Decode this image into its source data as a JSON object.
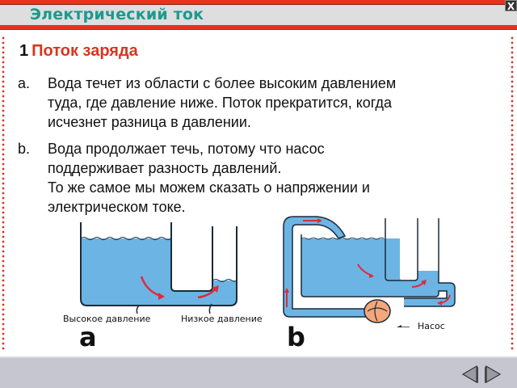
{
  "window": {
    "title": "Электрический ток",
    "close_label": "X"
  },
  "slide": {
    "number": "1",
    "heading": "Поток заряда",
    "items": [
      {
        "marker": "a.",
        "lines": [
          "Вода течет из области с более высоким давлением",
          "туда, где давление ниже. Поток прекратится, когда",
          "исчезнет разница в давлении."
        ]
      },
      {
        "marker": "b.",
        "lines": [
          "Вода продолжает течь, потому что насос",
          "поддерживает разность давлений.",
          "То же самое мы можем сказать о напряжении и",
          "электрическом токе."
        ]
      }
    ]
  },
  "diagrams": {
    "a": {
      "letter": "a",
      "label_high": "Высокое давление",
      "label_low": "Низкое давление"
    },
    "b": {
      "letter": "b",
      "label_pump": "Насос"
    }
  },
  "colors": {
    "accent_red": "#d9351f",
    "title_teal": "#1a9a8f",
    "water_blue": "#6cb4e4",
    "arrow_red": "#e02a3a",
    "pump_orange": "#f4a77a"
  },
  "navigation": {
    "prev_icon": "triangle-left-icon",
    "next_icon": "triangle-right-icon"
  }
}
